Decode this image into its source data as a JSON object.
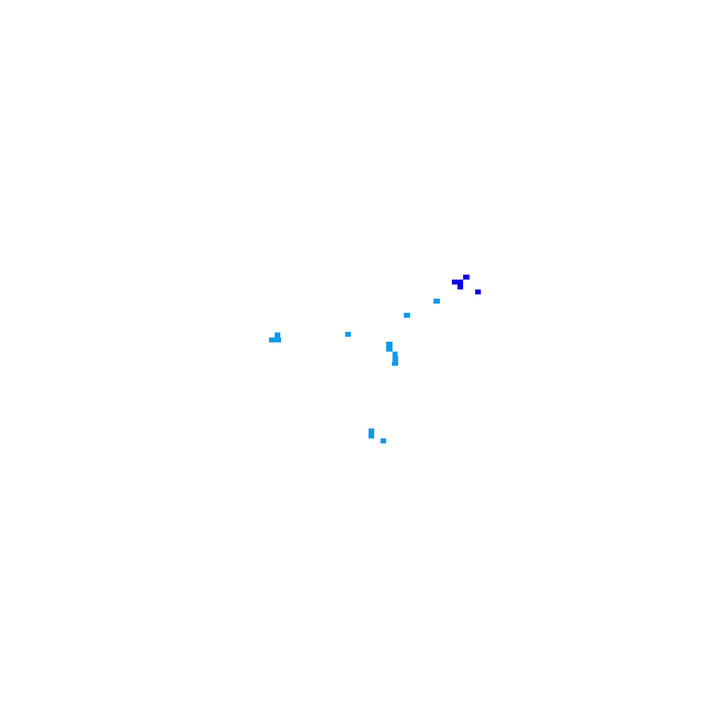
{
  "map": {
    "background_color": "#ffffff",
    "feature_colors": {
      "light": "#0a9af0",
      "dark": "#0a00e6"
    },
    "features": [
      {
        "name": "feature-cluster-dark-top",
        "category": "dark"
      },
      {
        "name": "feature-dark-small-east",
        "category": "dark"
      },
      {
        "name": "feature-light-northeast-1",
        "category": "light"
      },
      {
        "name": "feature-light-northeast-2",
        "category": "light"
      },
      {
        "name": "feature-light-west-cluster",
        "category": "light"
      },
      {
        "name": "feature-light-center-small",
        "category": "light"
      },
      {
        "name": "feature-light-center-hook",
        "category": "light"
      },
      {
        "name": "feature-light-south-bar",
        "category": "light"
      },
      {
        "name": "feature-light-south-dot",
        "category": "light"
      }
    ]
  }
}
